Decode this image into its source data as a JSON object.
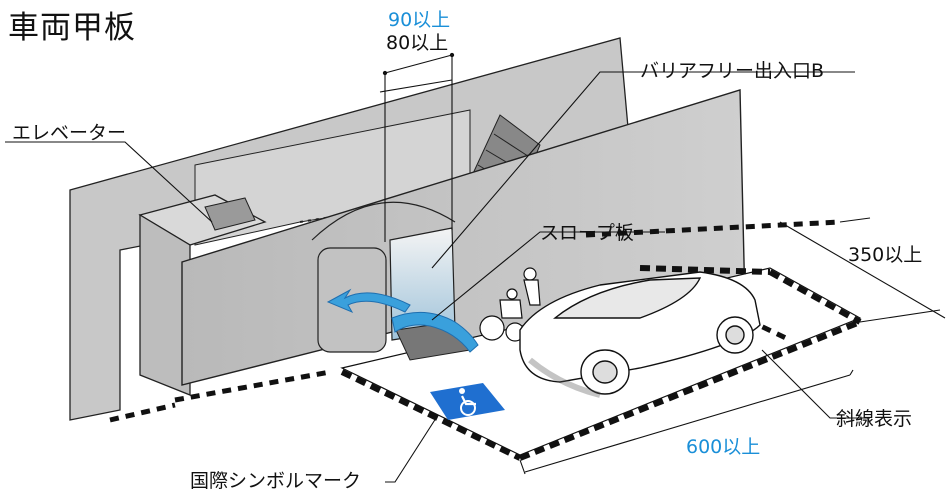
{
  "title": "車両甲板",
  "labels": {
    "elevator": "エレベーター",
    "barrier_free_entrance": "バリアフリー出入口B",
    "slope_plate": "スロープ板",
    "width_door_blue": "90以上",
    "width_door_black": "80以上",
    "width_space": "350以上",
    "length_space": "600以上",
    "hatch_marking": "斜線表示",
    "intl_symbol": "国際シンボルマーク"
  },
  "colors": {
    "accent_blue": "#1a8fd8",
    "symbol_blue": "#1f6fd0",
    "wall_gray": "#c4c4c4",
    "wall_dark": "#9c9c9c",
    "hatch": "#111111"
  },
  "icons": {
    "accessibility_symbol": "wheelchair-icon",
    "direction_arrow": "arrow-left-icon"
  }
}
